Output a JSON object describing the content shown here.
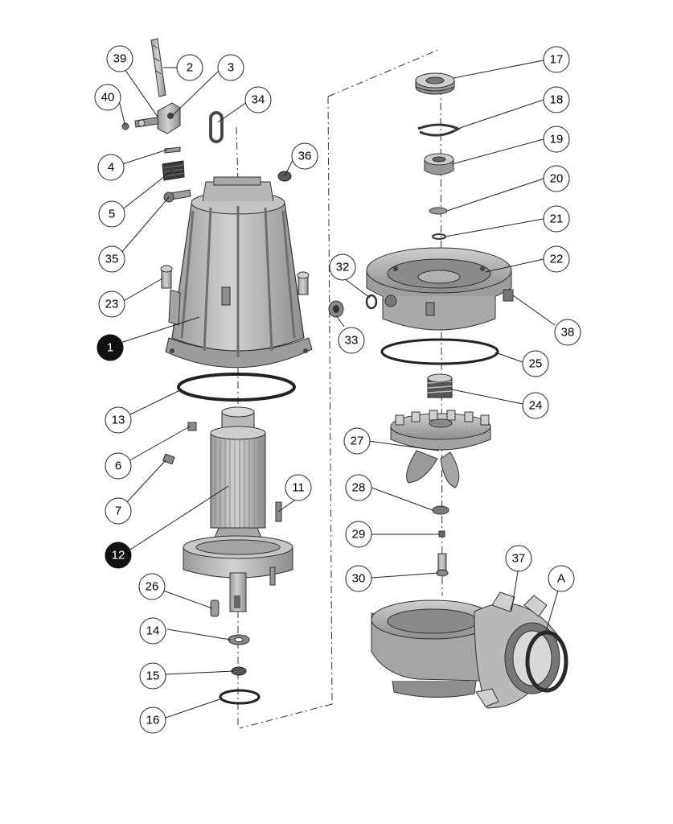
{
  "labels": {
    "l1": "1",
    "l2": "2",
    "l3": "3",
    "l4": "4",
    "l5": "5",
    "l6": "6",
    "l7": "7",
    "l11": "11",
    "l12": "12",
    "l13": "13",
    "l14": "14",
    "l15": "15",
    "l16": "16",
    "l17": "17",
    "l18": "18",
    "l19": "19",
    "l20": "20",
    "l21": "21",
    "l22": "22",
    "l23": "23",
    "l24": "24",
    "l25": "25",
    "l26": "26",
    "l27": "27",
    "l28": "28",
    "l29": "29",
    "l30": "30",
    "l32": "32",
    "l33": "33",
    "l34": "34",
    "l35": "35",
    "l36": "36",
    "l37": "37",
    "l38": "38",
    "l39": "39",
    "l40": "40",
    "lA": "A"
  },
  "colors": {
    "part_fill": "#b8b8b8",
    "part_dark": "#8a8a8a",
    "part_light": "#d6d6d6",
    "outline": "#3a3a3a",
    "callout_highlight": "#111111"
  }
}
